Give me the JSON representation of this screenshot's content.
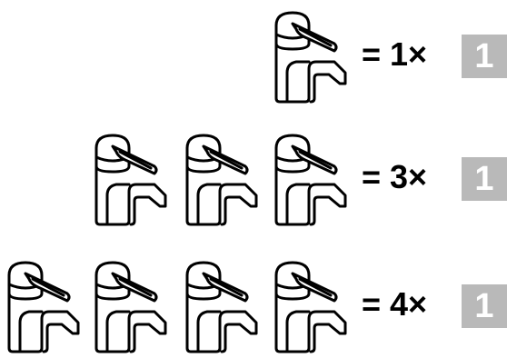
{
  "rows": [
    {
      "count": 1,
      "equation": "= 1×",
      "badge": "1"
    },
    {
      "count": 3,
      "equation": "= 3×",
      "badge": "1"
    },
    {
      "count": 4,
      "equation": "= 4×",
      "badge": "1"
    }
  ],
  "icon": "faucet-icon",
  "colors": {
    "line": "#000000",
    "badge_bg": "#b9b9b9",
    "badge_text": "#ffffff"
  }
}
